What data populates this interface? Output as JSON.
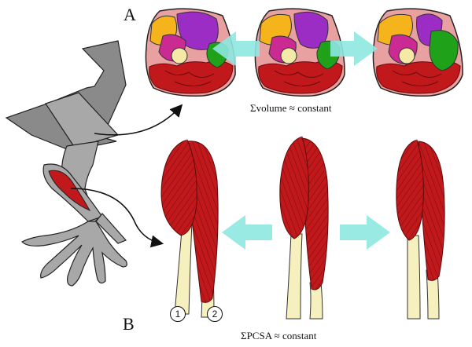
{
  "labels": {
    "panel_a": "A",
    "panel_b": "B",
    "caption_volume": "Σvolume ≈ constant",
    "caption_pcsa": "ΣPCSA ≈ constant",
    "muscle_1": "1",
    "muscle_2": "2"
  },
  "colors": {
    "skin": "#e8a0a0",
    "muscle_red": "#c0181b",
    "muscle_dark": "#8e1012",
    "purple": "#9b2cc4",
    "magenta": "#cc2a93",
    "yellow": "#f5b31c",
    "green": "#1fa11a",
    "bone": "#f4e9a6",
    "arrow_cyan": "#8de8e0",
    "silhouette": "#a8a8a8",
    "tendon": "#f6efbe"
  }
}
